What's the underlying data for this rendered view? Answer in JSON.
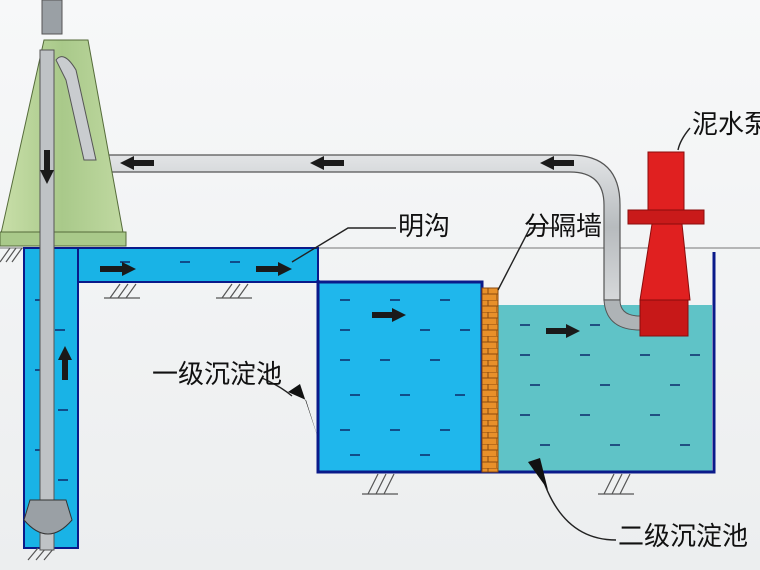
{
  "labels": {
    "mud_pump": "泥水泵",
    "open_ditch": "明沟",
    "partition_wall": "分隔墙",
    "primary_tank": "一级沉淀池",
    "secondary_tank": "二级沉淀池"
  },
  "colors": {
    "water_shaft": "#19b3e6",
    "water_primary": "#1fb7ec",
    "water_secondary": "#5fc3c7",
    "pump_red": "#e02020",
    "pipe_gray": "#c9cccf",
    "tower_green": "#b9d39a",
    "wall_orange": "#e8902a",
    "outline": "#0a1a8a"
  },
  "icons": {
    "flow_arrow": "flow-arrow-icon",
    "ground_hatch": "ground-hatch-icon",
    "callout_arrow": "callout-arrow-icon"
  }
}
